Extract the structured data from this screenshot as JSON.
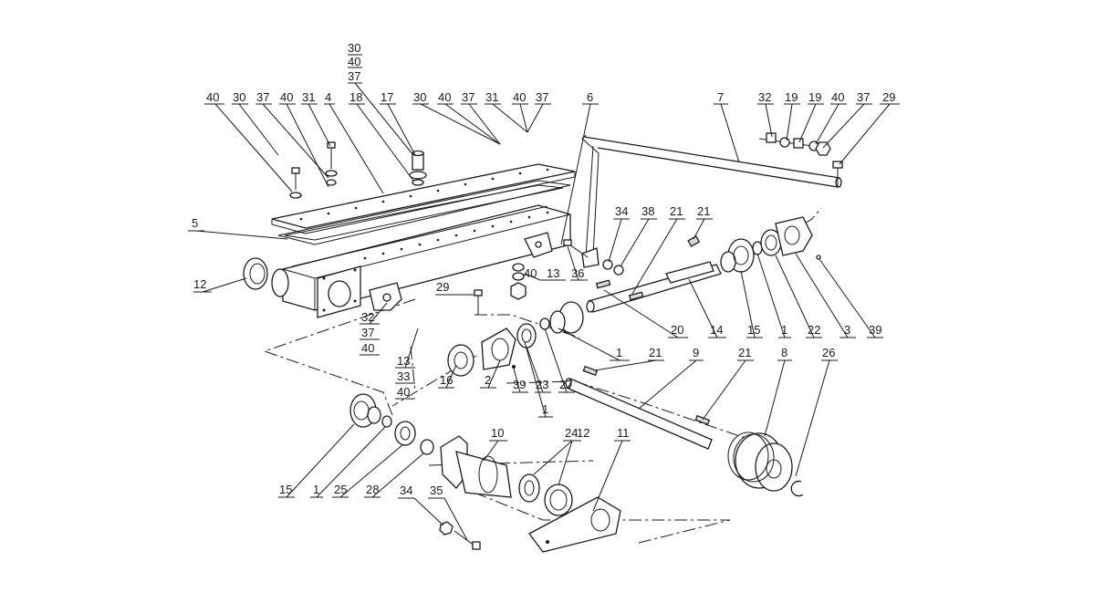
{
  "callouts": {
    "c1": "30",
    "c2": "40",
    "c3": "37",
    "c4": "40",
    "c5": "30",
    "c6": "37",
    "c7": "40",
    "c8": "31",
    "c9": "4",
    "c10": "18",
    "c11": "17",
    "c12": "30",
    "c13": "40",
    "c14": "37",
    "c15": "31",
    "c16": "40",
    "c17": "37",
    "c18": "6",
    "c19": "7",
    "c20": "32",
    "c21": "19",
    "c22": "19",
    "c23": "40",
    "c24": "37",
    "c25": "29",
    "c26": "5",
    "c27": "34",
    "c28": "38",
    "c29": "21",
    "c30": "21",
    "c31": "12",
    "c32": "29",
    "c33": "40",
    "c34": "13",
    "c35": "36",
    "c36": "20",
    "c37": "14",
    "c38": "15",
    "c39": "1",
    "c40": "22",
    "c41": "3",
    "c42": "39",
    "c43": "32",
    "c44": "37",
    "c45": "40",
    "c46": "13",
    "c47": "33",
    "c48": "40",
    "c49": "1",
    "c50": "21",
    "c51": "9",
    "c52": "21",
    "c53": "8",
    "c54": "26",
    "c55": "16",
    "c56": "2",
    "c57": "39",
    "c58": "23",
    "c59": "27",
    "c60": "1",
    "c61": "10",
    "c62": "24",
    "c63": "12",
    "c64": "11",
    "c65": "15",
    "c66": "1",
    "c67": "25",
    "c68": "28",
    "c69": "34",
    "c70": "35"
  }
}
